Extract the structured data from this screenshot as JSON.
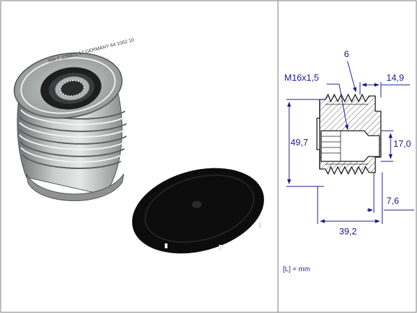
{
  "photo": {
    "pulley_marking": "INA F-226821.17  GERMANY 64  1002 10"
  },
  "drawing": {
    "thread_label": "M16x1,5",
    "dimensions": {
      "top_width": "6",
      "right_top": "14,9",
      "outer_diameter": "49,7",
      "bore_diameter": "17,0",
      "right_bottom": "7,6",
      "overall_width": "39,2"
    },
    "units_note": "[L] = mm"
  },
  "colors": {
    "line": "#1a1a8c",
    "frame": "#7a7a7a",
    "hatch": "#555555",
    "cap": "#0c0c0c"
  }
}
